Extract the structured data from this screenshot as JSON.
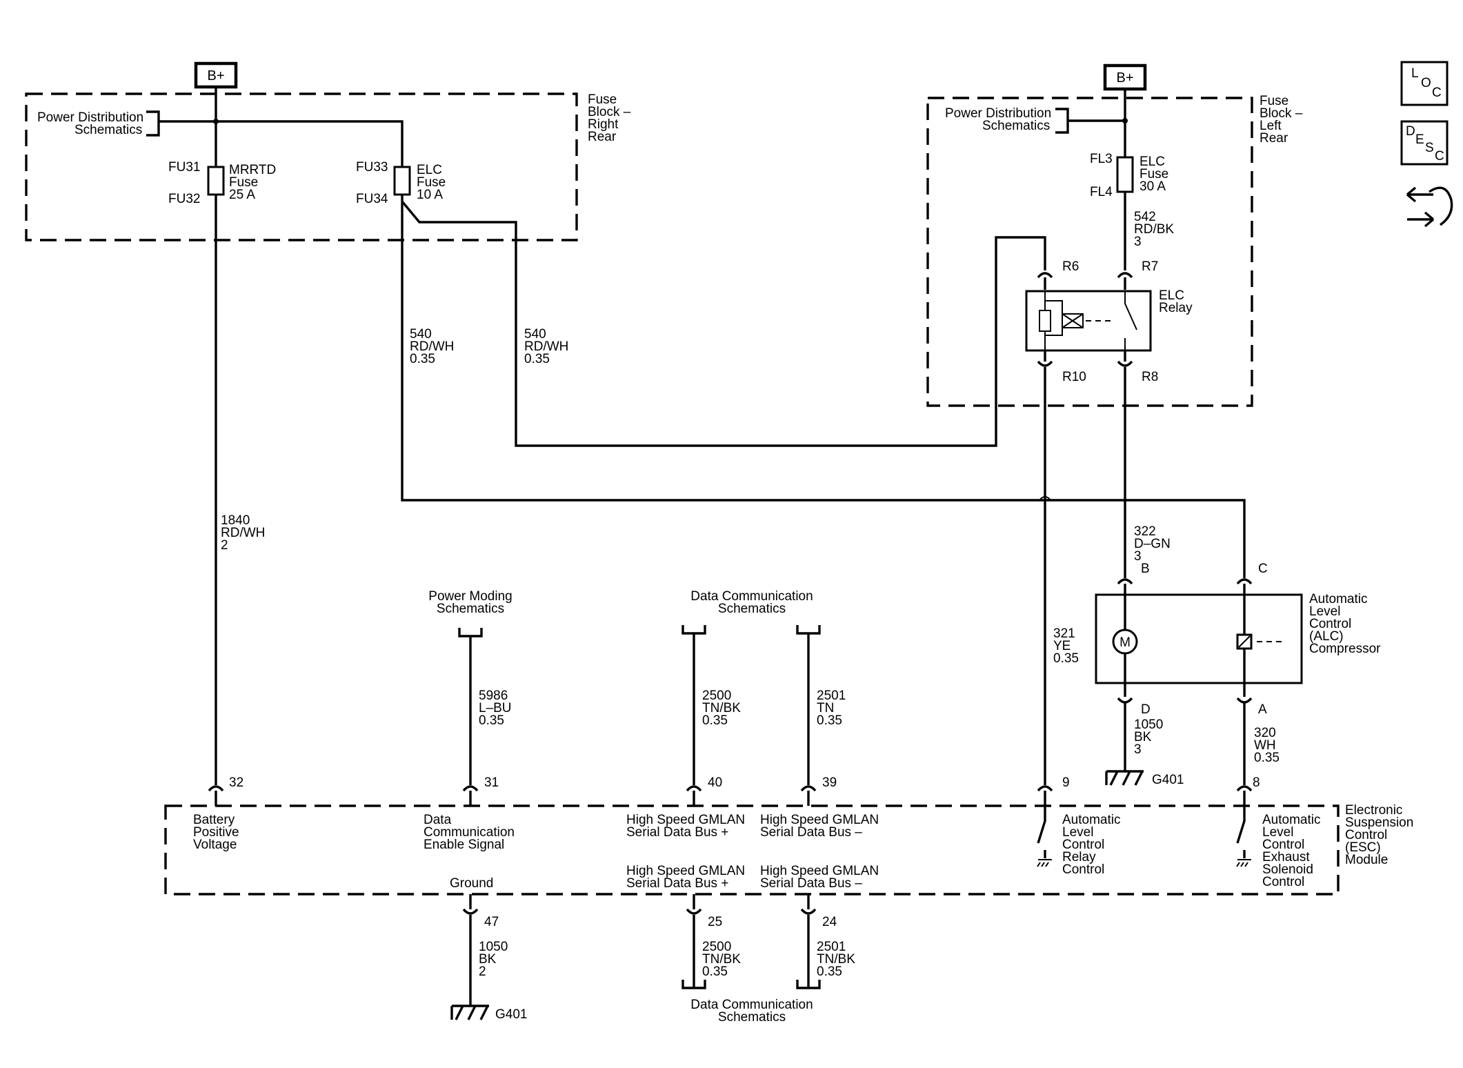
{
  "symbols": {
    "bplus_left": "B+",
    "bplus_right": "B+",
    "loc": [
      "L",
      "O",
      "C"
    ],
    "desc": [
      "D",
      "E",
      "S",
      "C"
    ],
    "motor": "M"
  },
  "fuse_block_right_rear": {
    "title": [
      "Fuse",
      "Block –",
      "Right",
      "Rear"
    ],
    "power_dist": [
      "Power Distribution",
      "Schematics"
    ],
    "fu31": "FU31",
    "fu32": "FU32",
    "fu33": "FU33",
    "fu34": "FU34",
    "mrrtd_fuse": [
      "MRRTD",
      "Fuse",
      "25 A"
    ],
    "elc_fuse": [
      "ELC",
      "Fuse",
      "10 A"
    ]
  },
  "fuse_block_left_rear": {
    "title": [
      "Fuse",
      "Block –",
      "Left",
      "Rear"
    ],
    "power_dist": [
      "Power Distribution",
      "Schematics"
    ],
    "fl3": "FL3",
    "fl4": "FL4",
    "elc_fuse": [
      "ELC",
      "Fuse",
      "30 A"
    ],
    "wire_542": [
      "542",
      "RD/BK",
      "3"
    ],
    "r6": "R6",
    "r7": "R7",
    "r10": "R10",
    "r8": "R8",
    "relay": [
      "ELC",
      "Relay"
    ]
  },
  "wires": {
    "w540a": [
      "540",
      "RD/WH",
      "0.35"
    ],
    "w540b": [
      "540",
      "RD/WH",
      "0.35"
    ],
    "w1840": [
      "1840",
      "RD/WH",
      "2"
    ],
    "w5986": [
      "5986",
      "L–BU",
      "0.35"
    ],
    "w2500_top": [
      "2500",
      "TN/BK",
      "0.35"
    ],
    "w2501_top": [
      "2501",
      "TN",
      "0.35"
    ],
    "w321": [
      "321",
      "YE",
      "0.35"
    ],
    "w322": [
      "322",
      "D–GN",
      "3"
    ],
    "w1050_right": [
      "1050",
      "BK",
      "3"
    ],
    "w320": [
      "320",
      "WH",
      "0.35"
    ],
    "w1050_bottom": [
      "1050",
      "BK",
      "2"
    ],
    "w2500_bottom": [
      "2500",
      "TN/BK",
      "0.35"
    ],
    "w2501_bottom": [
      "2501",
      "TN/BK",
      "0.35"
    ]
  },
  "references": {
    "power_moding": [
      "Power Moding",
      "Schematics"
    ],
    "data_comm_top": [
      "Data Communication",
      "Schematics"
    ],
    "data_comm_bottom": [
      "Data Communication",
      "Schematics"
    ]
  },
  "compressor": {
    "title": [
      "Automatic",
      "Level",
      "Control",
      "(ALC)",
      "Compressor"
    ],
    "pin_b": "B",
    "pin_c": "C",
    "pin_d": "D",
    "pin_a": "A"
  },
  "grounds": {
    "right": "G401",
    "bottom": "G401"
  },
  "esc_module": {
    "title": [
      "Electronic",
      "Suspension",
      "Control",
      "(ESC)",
      "Module"
    ],
    "pin32": "32",
    "pin31": "31",
    "pin40": "40",
    "pin39": "39",
    "pin9": "9",
    "pin8": "8",
    "pin47": "47",
    "pin25": "25",
    "pin24": "24",
    "battery": [
      "Battery",
      "Positive",
      "Voltage"
    ],
    "data_enable": [
      "Data",
      "Communication",
      "Enable Signal"
    ],
    "gmlan_plus_top": [
      "High Speed GMLAN",
      "Serial Data Bus +"
    ],
    "gmlan_minus_top": [
      "High Speed GMLAN",
      "Serial Data Bus –"
    ],
    "gmlan_plus_bottom": [
      "High Speed GMLAN",
      "Serial Data Bus +"
    ],
    "gmlan_minus_bottom": [
      "High Speed GMLAN",
      "Serial Data Bus –"
    ],
    "ground": "Ground",
    "relay_control": [
      "Automatic",
      "Level",
      "Control",
      "Relay",
      "Control"
    ],
    "exhaust_control": [
      "Automatic",
      "Level",
      "Control",
      "Exhaust",
      "Solenoid",
      "Control"
    ]
  }
}
